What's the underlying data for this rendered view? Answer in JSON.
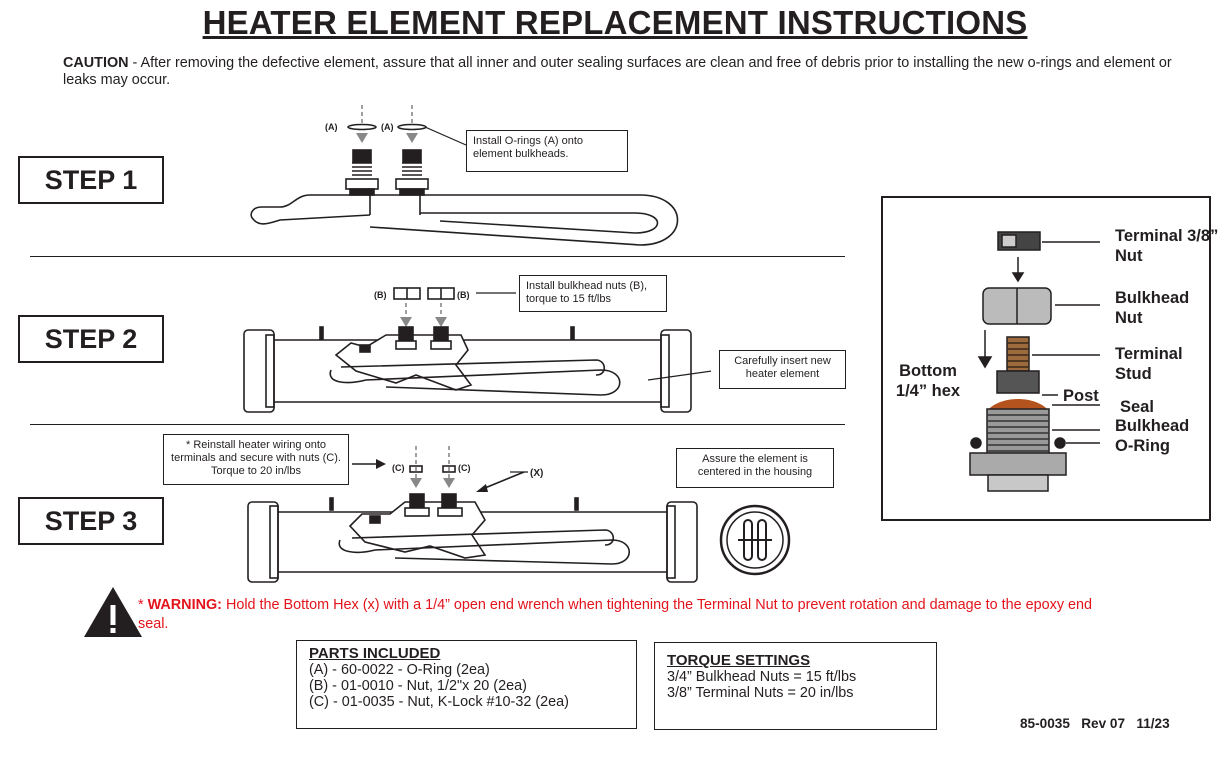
{
  "title": "HEATER ELEMENT REPLACEMENT INSTRUCTIONS",
  "caution": {
    "label": "CAUTION",
    "text": " - After removing the defective element, assure that all inner and outer sealing surfaces are clean and free of debris prior to installing the new o-rings and element or leaks may occur."
  },
  "steps": [
    {
      "label": "STEP 1"
    },
    {
      "label": "STEP 2"
    },
    {
      "label": "STEP 3"
    }
  ],
  "step1": {
    "oring_label_a": "(A)",
    "callout": "Install O-rings (A) onto element bulkheads."
  },
  "step2": {
    "nut_label_b": "(B)",
    "callout_nuts": "Install bulkhead nuts (B), torque to 15 ft/lbs",
    "callout_insert": "Carefully insert new heater element"
  },
  "step3": {
    "nut_label_c": "(C)",
    "hex_label_x": "(X)",
    "callout_wiring": "* Reinstall heater wiring onto terminals and secure with nuts (C).  Torque to 20 in/lbs",
    "callout_center": "Assure the element is centered in the housing"
  },
  "parts_diagram": {
    "terminal_nut": "Terminal 3/8” Nut",
    "bulkhead_nut": "Bulkhead Nut",
    "terminal_stud": "Terminal Stud",
    "bottom_hex": "Bottom 1/4” hex",
    "post": "Post",
    "seal": "Seal",
    "bulkhead_oring": "Bulkhead O-Ring"
  },
  "warning": {
    "prefix": "* ",
    "label": "WARNING:",
    "text": " Hold the Bottom Hex (x) with a 1/4” open end wrench when tightening the Terminal Nut to prevent rotation and damage to the epoxy end seal."
  },
  "parts_included": {
    "header": "PARTS INCLUDED",
    "items": [
      "(A) - 60-0022 - O-Ring (2ea)",
      "(B) - 01-0010 - Nut,  1/2\"x 20 (2ea)",
      "(C) - 01-0035 - Nut, K-Lock #10-32 (2ea)"
    ]
  },
  "torque_settings": {
    "header": "TORQUE SETTINGS",
    "items": [
      "3/4” Bulkhead Nuts = 15 ft/lbs",
      "3/8” Terminal Nuts = 20 in/lbs"
    ]
  },
  "doc_ref": "85-0035   Rev 07   11/23",
  "colors": {
    "warning": "#e3141b",
    "ink": "#231f20",
    "copper": "#b5531f"
  },
  "icons": [
    "warning-triangle-icon"
  ]
}
